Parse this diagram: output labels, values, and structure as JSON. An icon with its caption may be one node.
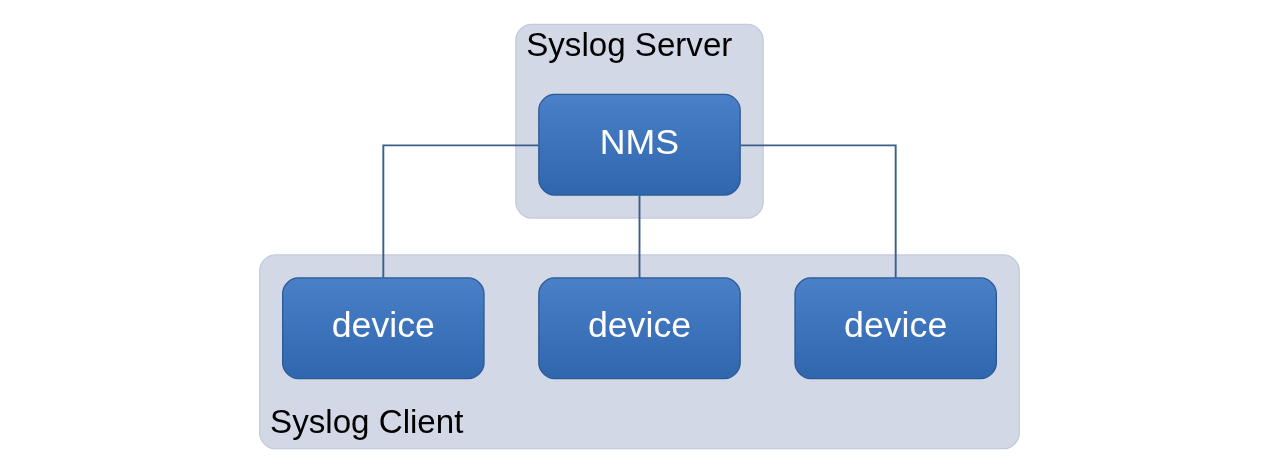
{
  "diagram": {
    "nodes": [
      {
        "text": [
          "Syslog Server"
        ]
      },
      {
        "text": [
          "NMS"
        ],
        "in": 0
      },
      {
        "text": [
          "Syslog Client"
        ]
      },
      {
        "text": [
          "device"
        ],
        "in": 2
      },
      {
        "text": [
          "device"
        ],
        "in": 2
      },
      {
        "text": [
          "device"
        ],
        "in": 2
      }
    ],
    "edges": [
      {
        "from": 1,
        "to": 3,
        "arrow": "none"
      },
      {
        "from": 1,
        "to": 4,
        "arrow": "none"
      },
      {
        "from": 1,
        "to": 5,
        "arrow": "none"
      }
    ]
  }
}
